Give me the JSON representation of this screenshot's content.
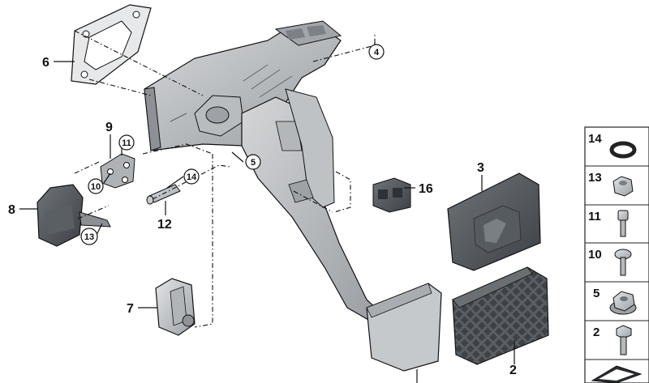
{
  "callouts": {
    "c2": "2",
    "c3": "3",
    "c4": "4",
    "c5": "5",
    "c6": "6",
    "c7": "7",
    "c8": "8",
    "c9": "9",
    "c10": "10",
    "c11": "11",
    "c12": "12",
    "c13": "13",
    "c14": "14",
    "c16": "16"
  },
  "legend": {
    "items": [
      {
        "number": "14",
        "part": "o-ring"
      },
      {
        "number": "13",
        "part": "hex-nut"
      },
      {
        "number": "11",
        "part": "socket-head-screw"
      },
      {
        "number": "10",
        "part": "flange-screw"
      },
      {
        "number": "5",
        "part": "flange-nut"
      },
      {
        "number": "2",
        "part": "hex-bolt"
      }
    ]
  },
  "colors": {
    "line": "#111111",
    "part_light": "#c9cbcd",
    "part_mid": "#a7aaad",
    "part_dark": "#6e7276",
    "pad_dark": "#4d5256",
    "legend_border": "#222222"
  }
}
